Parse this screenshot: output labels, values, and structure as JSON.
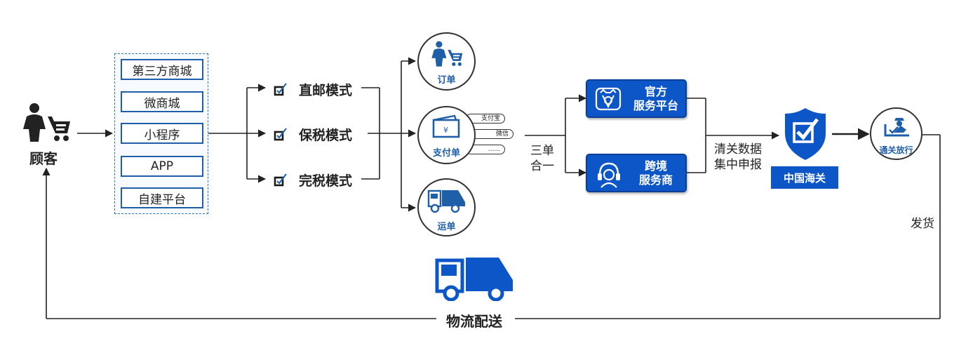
{
  "customer": {
    "label": "顾客"
  },
  "channels": [
    "第三方商城",
    "微商城",
    "小程序",
    "APP",
    "自建平台"
  ],
  "modes": [
    "直邮模式",
    "保税模式",
    "完税模式"
  ],
  "documents": {
    "order": "订单",
    "payment": "支付单",
    "waybill": "运单",
    "payment_methods": [
      "支付宝",
      "微信",
      "......"
    ]
  },
  "three_in_one": [
    "三单",
    "合一"
  ],
  "platforms": {
    "official": [
      "官方",
      "服务平台"
    ],
    "cross_border": [
      "跨境",
      "服务商"
    ]
  },
  "declaration": [
    "清关数据",
    "集中申报"
  ],
  "customs": {
    "label": "中国海关"
  },
  "release": {
    "label": "通关放行"
  },
  "ship": {
    "label": "发货"
  },
  "logistics": {
    "label": "物流配送"
  },
  "colors": {
    "primary_blue": "#0d56c8",
    "dark_blue": "#1f5fa8",
    "line": "#333333"
  }
}
